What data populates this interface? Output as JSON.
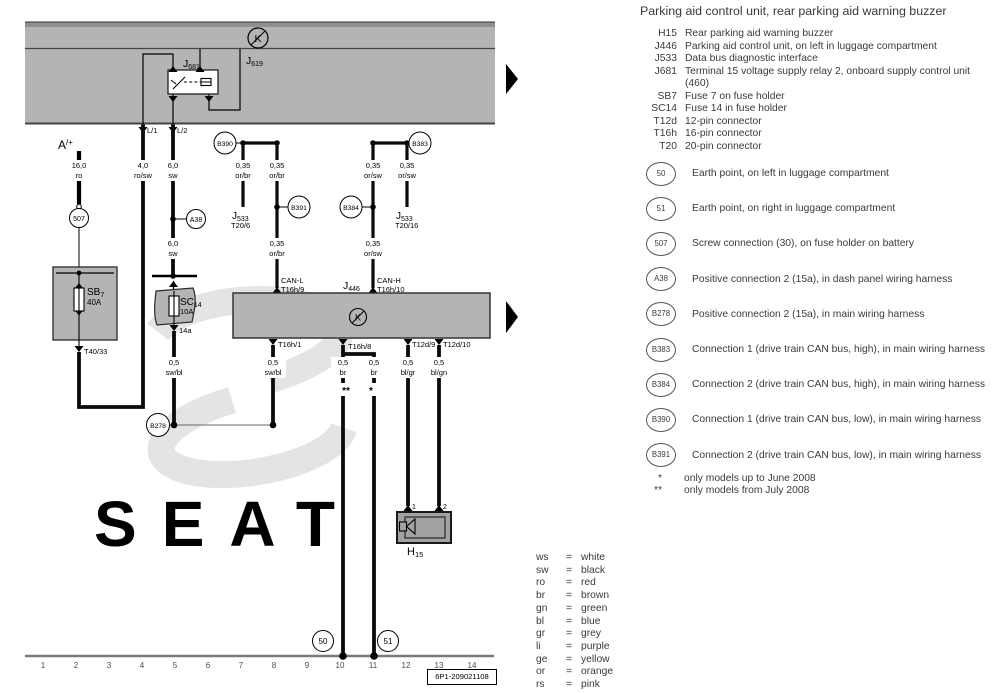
{
  "title": "Parking aid control unit, rear parking aid warning buzzer",
  "legend": {
    "components": [
      {
        "code": "H15",
        "desc": "Rear parking aid warning buzzer"
      },
      {
        "code": "J446",
        "desc": "Parking aid control unit, on left in luggage compartment"
      },
      {
        "code": "J533",
        "desc": "Data bus diagnostic interface"
      },
      {
        "code": "J681",
        "desc": "Terminal 15 voltage supply relay 2, onboard supply control unit (460)"
      },
      {
        "code": "SB7",
        "desc": "Fuse 7 on fuse holder"
      },
      {
        "code": "SC14",
        "desc": "Fuse 14 in fuse holder"
      },
      {
        "code": "T12d",
        "desc": "12-pin connector"
      },
      {
        "code": "T16h",
        "desc": "16-pin connector"
      },
      {
        "code": "T20",
        "desc": "20-pin connector"
      }
    ],
    "circles": [
      {
        "code": "50",
        "desc": "Earth point, on left in luggage compartment"
      },
      {
        "code": "51",
        "desc": "Earth point, on right in luggage compartment"
      },
      {
        "code": "507",
        "desc": "Screw connection (30), on fuse holder on battery"
      },
      {
        "code": "A38",
        "desc": "Positive connection 2 (15a), in dash panel wiring harness"
      },
      {
        "code": "B278",
        "desc": "Positive connection 2 (15a), in main wiring harness"
      },
      {
        "code": "B383",
        "desc": "Connection 1 (drive train CAN bus, high), in main wiring harness"
      },
      {
        "code": "B384",
        "desc": "Connection 2 (drive train CAN bus, high), in main wiring harness"
      },
      {
        "code": "B390",
        "desc": "Connection 1 (drive train CAN bus, low), in main wiring harness"
      },
      {
        "code": "B391",
        "desc": "Connection 2 (drive train CAN bus, low), in main wiring harness"
      }
    ],
    "notes": [
      {
        "sym": "*",
        "desc": "only models up to June 2008"
      },
      {
        "sym": "**",
        "desc": "only models from July 2008"
      }
    ]
  },
  "wire_colors": [
    {
      "code": "ws",
      "name": "white"
    },
    {
      "code": "sw",
      "name": "black"
    },
    {
      "code": "ro",
      "name": "red"
    },
    {
      "code": "br",
      "name": "brown"
    },
    {
      "code": "gn",
      "name": "green"
    },
    {
      "code": "bl",
      "name": "blue"
    },
    {
      "code": "gr",
      "name": "grey"
    },
    {
      "code": "li",
      "name": "purple"
    },
    {
      "code": "ge",
      "name": "yellow"
    },
    {
      "code": "or",
      "name": "orange"
    },
    {
      "code": "rs",
      "name": "pink"
    }
  ],
  "misc": {
    "equals": "="
  },
  "diagram": {
    "watermark": "SEAT",
    "part_number": "6P1-209021108",
    "tracks": [
      "1",
      "2",
      "3",
      "4",
      "5",
      "6",
      "7",
      "8",
      "9",
      "10",
      "11",
      "12",
      "13",
      "14"
    ],
    "k": "K",
    "j681": {
      "main": "J",
      "sub": "681"
    },
    "j619": {
      "main": "J",
      "sub": "619"
    },
    "l1": "L/1",
    "l2": "L/2",
    "aplus": {
      "main": "A",
      "sub": "/+"
    },
    "w16": {
      "gauge": "16,0",
      "color": "ro"
    },
    "c507": "507",
    "sb7": {
      "main": "SB",
      "sub": "7",
      "amp": "40A"
    },
    "t4033": "T40/33",
    "w40": {
      "gauge": "4,0",
      "color": "ro/sw"
    },
    "w60a": {
      "gauge": "6,0",
      "color": "sw"
    },
    "a38": "A38",
    "w60b": {
      "gauge": "6,0",
      "color": "sw"
    },
    "sc14": {
      "main": "SC",
      "sub": "14",
      "amp": "10A"
    },
    "p14a": "14a",
    "wsc": {
      "gauge": "0,5",
      "color": "sw/bl"
    },
    "b278": "B278",
    "b390": "B390",
    "b383": "B383",
    "b391": "B391",
    "b384": "B384",
    "j533l": {
      "main": "J",
      "sub": "533",
      "pin": "T20/6"
    },
    "j533r": {
      "main": "J",
      "sub": "533",
      "pin": "T20/16"
    },
    "wcl1": {
      "gauge": "0,35",
      "color": "or/br"
    },
    "wcl2": {
      "gauge": "0,35",
      "color": "or/br"
    },
    "wcl3": {
      "gauge": "0,35",
      "color": "or/br"
    },
    "wch1": {
      "gauge": "0,35",
      "color": "or/sw"
    },
    "wch2": {
      "gauge": "0,35",
      "color": "or/sw"
    },
    "wch3": {
      "gauge": "0,35",
      "color": "or/sw"
    },
    "canl": {
      "bus": "CAN-L",
      "pin": "T16h/9"
    },
    "canh": {
      "bus": "CAN-H",
      "pin": "T16h/10"
    },
    "j446": {
      "main": "J",
      "sub": "446"
    },
    "pin1": "T16h/1",
    "pin8": "T16h/8",
    "pin9": "T12d/9",
    "pin10": "T12d/10",
    "wswbl": {
      "gauge": "0,5",
      "color": "sw/bl"
    },
    "wbr1": {
      "gauge": "0,5",
      "color": "br"
    },
    "wbr2": {
      "gauge": "0,5",
      "color": "br"
    },
    "note_double": "**",
    "note_single": "*",
    "wblgr": {
      "gauge": "0,5",
      "color": "bl/gr"
    },
    "wblgn": {
      "gauge": "0,5",
      "color": "bl/gn"
    },
    "h15": {
      "main": "H",
      "sub": "15",
      "pin1": "1",
      "pin2": "2"
    },
    "e50": "50",
    "e51": "51"
  }
}
